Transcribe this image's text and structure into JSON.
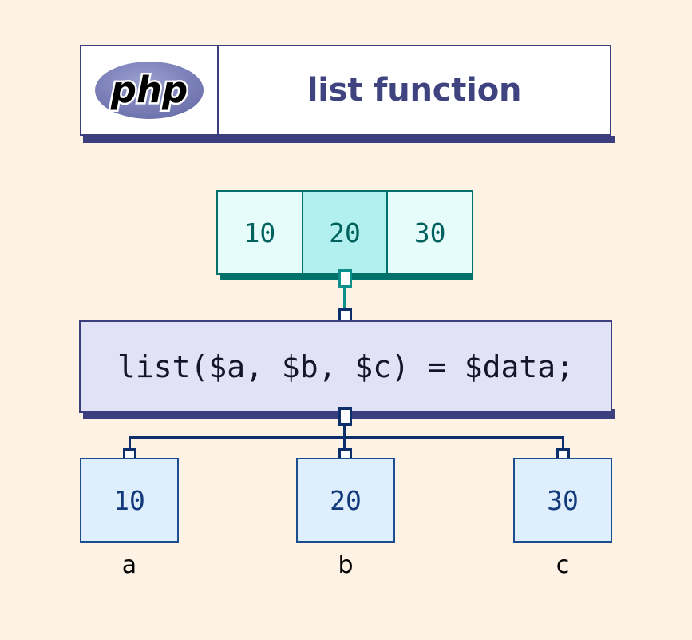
{
  "page": {
    "background_color": "#fdf2e3",
    "accent_navy": "#3b3f7e",
    "accent_teal": "#00706b",
    "accent_blue": "#1b4d8f"
  },
  "header": {
    "logo_alt": "php-logo",
    "logo_text": "php",
    "title": "list function"
  },
  "array": {
    "label": "source-array",
    "cells": [
      {
        "value": "10",
        "highlighted": false
      },
      {
        "value": "20",
        "highlighted": true
      },
      {
        "value": "30",
        "highlighted": false
      }
    ]
  },
  "code": {
    "statement": "list($a, $b, $c) = $data;"
  },
  "variables": [
    {
      "value": "10",
      "name": "a"
    },
    {
      "value": "20",
      "name": "b"
    },
    {
      "value": "30",
      "name": "c"
    }
  ]
}
